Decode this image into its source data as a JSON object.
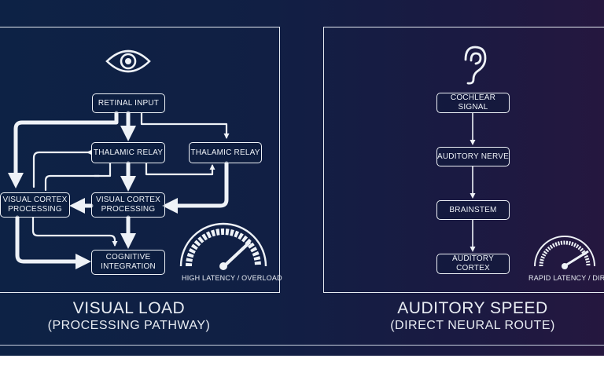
{
  "visual": {
    "title": "VISUAL LOAD",
    "subtitle": "(PROCESSING PATHWAY)",
    "nodes": {
      "retinal_input": "RETINAL INPUT",
      "thalamic_relay_1": "THALAMIC RELAY",
      "thalamic_relay_2": "THALAMIC RELAY",
      "visual_cortex_1": "VISUAL CORTEX PROCESSING",
      "visual_cortex_2": "VISUAL CORTEX PROCESSING",
      "cognitive_integration": "COGNITIVE INTEGRATION"
    },
    "gauge_label": "HIGH LATENCY / OVERLOAD",
    "icon": "eye-icon"
  },
  "auditory": {
    "title": "AUDITORY SPEED",
    "subtitle": "(DIRECT NEURAL ROUTE)",
    "nodes": {
      "cochlear_signal": "COCHLEAR SIGNAL",
      "auditory_nerve": "AUDITORY NERVE",
      "brainstem": "BRAINSTEM",
      "auditory_cortex": "AUDITORY CORTEX"
    },
    "gauge_label": "RAPID LATENCY / DIRECT",
    "icon": "ear-icon"
  },
  "colors": {
    "line": "#eef2f7",
    "background_start": "#0d2245",
    "background_end": "#25173f"
  }
}
